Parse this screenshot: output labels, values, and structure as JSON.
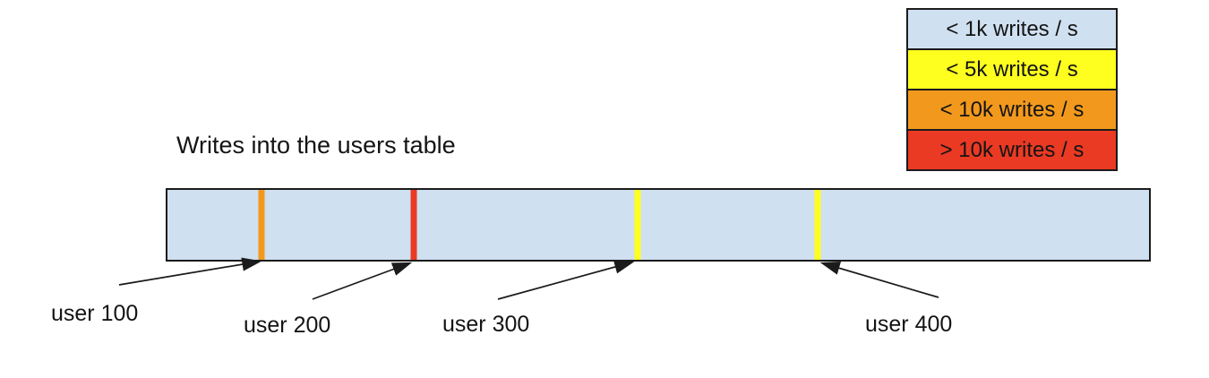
{
  "title": "Writes into the users table",
  "colors": {
    "bar_fill": "#cfe0f1",
    "outline": "#1b1b1b",
    "lt_1k": "#cfe0f1",
    "lt_5k": "#ffff1f",
    "lt_10k": "#f2991d",
    "gt_10k": "#ea3a24"
  },
  "legend": {
    "items": [
      {
        "label": "< 1k writes / s",
        "color": "#cfe0f1"
      },
      {
        "label": "< 5k writes / s",
        "color": "#ffff1f"
      },
      {
        "label": "< 10k writes / s",
        "color": "#f2991d"
      },
      {
        "label": "> 10k writes / s",
        "color": "#ea3a24"
      }
    ]
  },
  "table": {
    "users": [
      {
        "label": "user 100",
        "category": "< 10k writes / s",
        "color": "#f2991d",
        "x_pct": 9.6
      },
      {
        "label": "user 200",
        "category": "> 10k writes / s",
        "color": "#ea3a24",
        "x_pct": 25.1
      },
      {
        "label": "user 300",
        "category": "< 5k writes / s",
        "color": "#ffff1f",
        "x_pct": 47.9
      },
      {
        "label": "user 400",
        "category": "< 5k writes / s",
        "color": "#ffff1f",
        "x_pct": 66.2
      }
    ]
  }
}
